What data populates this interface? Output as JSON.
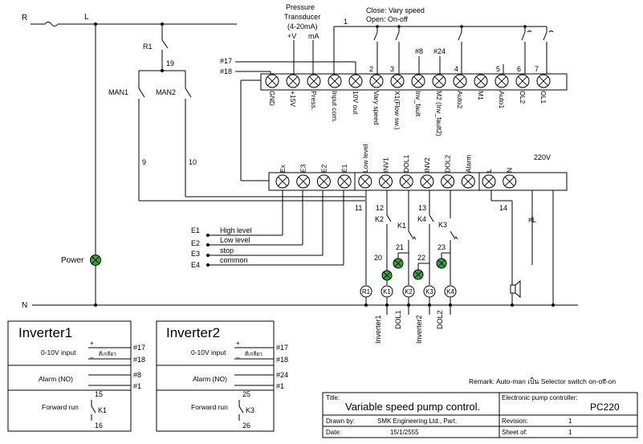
{
  "rails": {
    "r": "R",
    "l": "L",
    "n": "N"
  },
  "relay_r1": "R1",
  "wire19": "19",
  "man1": "MAN1",
  "man2": "MAN2",
  "wire9": "9",
  "wire10": "10",
  "wire1": "1",
  "power_label": "Power",
  "transducer": {
    "line1": "Pressure",
    "line2": "Transducer",
    "line3": "(4-20mA)",
    "plus_v": "+V",
    "ma": "mA"
  },
  "mode_note": {
    "close": "Close: Vary speed",
    "open": "Open: On-off"
  },
  "refs_top": {
    "r17": "#17",
    "r18": "#18",
    "r8": "#8",
    "r24": "#24"
  },
  "top_wire_numbers": [
    "2",
    "3",
    "4",
    "5",
    "6",
    "7"
  ],
  "top_terminals": [
    "GND",
    "+15V",
    "Press.",
    "Input com.",
    "10V out",
    "Vary speed",
    "X1(Flow sw.)",
    "Inv_fault",
    "M2 (Inv_fault2)",
    "Auto2",
    "M1",
    "Auto1",
    "OL2",
    "OL1"
  ],
  "bottom_terminals": [
    "Ex",
    "E3",
    "E2",
    "E1",
    "Low level",
    "INV1",
    "DOL1",
    "INV2",
    "DOL2",
    "Alarm",
    "L",
    "N"
  ],
  "supply_label": "220V",
  "wire_numbers_mid": {
    "w11": "11",
    "w12": "12",
    "w13": "13",
    "w14": "14",
    "w20": "20",
    "w21": "21",
    "w22": "22",
    "w23": "23"
  },
  "contacts": {
    "k1": "K1",
    "k2": "K2",
    "k3": "K3",
    "k4": "K4"
  },
  "neutral_ref": "#L",
  "electrodes": [
    {
      "id": "E1",
      "label": "High level"
    },
    {
      "id": "E2",
      "label": "Low level"
    },
    {
      "id": "E3",
      "label": "stop"
    },
    {
      "id": "E4",
      "label": "common"
    }
  ],
  "coils": [
    "R1",
    "K1",
    "K2",
    "K3",
    "K4"
  ],
  "outputs": [
    "Inverter1",
    "DOL1",
    "Inverter2",
    "DOL2"
  ],
  "inverter1": {
    "title": "Inverter1",
    "input_label": "0-10V input",
    "plus": "+",
    "minus": "_",
    "shield": "ตีเกลียว",
    "in_plus_ref": "#17",
    "in_minus_ref": "#18",
    "alarm_label": "Alarm (NO)",
    "alarm_ref1": "#8",
    "alarm_ref2": "#1",
    "fwd_label": "Forward run",
    "fwd_top": "15",
    "fwd_contact": "K1",
    "fwd_bottom": "16"
  },
  "inverter2": {
    "title": "Inverter2",
    "input_label": "0-10V input",
    "plus": "+",
    "minus": "_",
    "shield": "ตีเกลียว",
    "in_plus_ref": "#17",
    "in_minus_ref": "#18",
    "alarm_label": "Alarm (NO)",
    "alarm_ref1": "#24",
    "alarm_ref2": "#1",
    "fwd_label": "Forward run",
    "fwd_top": "25",
    "fwd_contact": "K3",
    "fwd_bottom": "26"
  },
  "remark": "Remark: Auto-man เป็น Selector switch on-off-on",
  "title_block": {
    "title_label": "Title:",
    "title_value": "Variable speed pump control.",
    "controller_label": "Electronic pump controller:",
    "controller_value": "PC220",
    "drawn_label": "Drawn by:",
    "drawn_value": "SMK Engineering Ltd., Part.",
    "revision_label": "Revision:",
    "revision_value": "1",
    "date_label": "Date:",
    "date_value": "15/1/2555",
    "sheet_label": "Sheet of:",
    "sheet_value": "1"
  }
}
